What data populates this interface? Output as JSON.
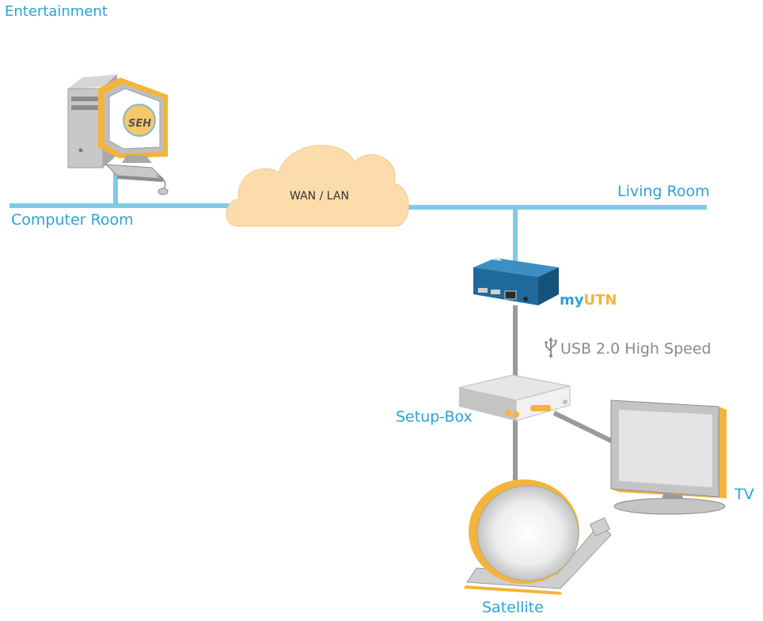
{
  "title": "Entertainment",
  "network": {
    "cloud_label": "WAN / LAN",
    "left_segment_label": "Computer Room",
    "right_segment_label": "Living Room"
  },
  "devices": {
    "utn": {
      "brand_prefix": "my",
      "brand_suffix": "UTN"
    },
    "usb_link_label": "USB 2.0 High Speed",
    "setup_box_label": "Setup-Box",
    "tv_label": "TV",
    "satellite_label": "Satellite",
    "pc_screen_logo": "SEH"
  },
  "colors": {
    "accent_blue": "#2aa3d6",
    "accent_orange": "#f4b43a",
    "network_line": "#7fcbe6",
    "usb_line": "#9a9a9a",
    "cloud_fill": "#fcdcaa"
  },
  "icons": [
    "usb-icon"
  ]
}
